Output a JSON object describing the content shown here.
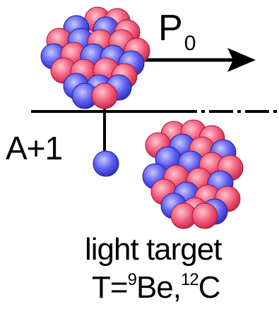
{
  "beam": {
    "momentum_symbol": "P",
    "momentum_subscript": "0",
    "projectile_label": "A+1"
  },
  "target": {
    "label": "light target",
    "line2": {
      "prefix": "T=",
      "sup1": "9",
      "nucleus1": "Be,",
      "sup2": "12",
      "nucleus2": "C"
    }
  },
  "colors": {
    "proton": "#f0506e",
    "neutron": "#5a5aee",
    "line": "#000000"
  }
}
